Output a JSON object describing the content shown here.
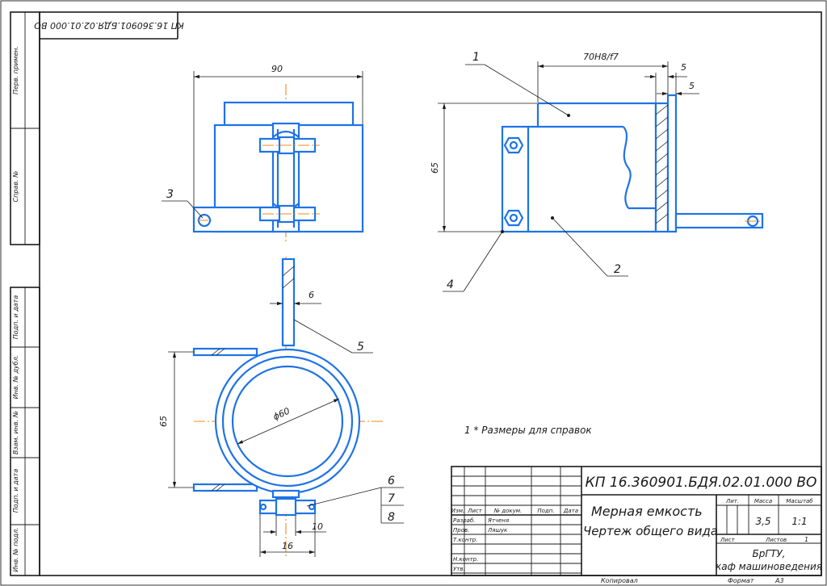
{
  "frame": {
    "side_labels": [
      "Перв. примен.",
      "Справ. №",
      "Подп. и дата",
      "Инв. № дубл.",
      "Взам. инв. №",
      "Подп. и дата",
      "Инв. № подл."
    ],
    "rotated_code": "КП 16.360901.БДЯ.02.01.000 ВО"
  },
  "title_block": {
    "designation": "КП 16.360901.БДЯ.02.01.000 ВО",
    "name_line1": "Мерная емкость",
    "name_line2": "Чертеж общего вида",
    "col_headers": [
      "Изм.",
      "Лист",
      "№ докум.",
      "Подп.",
      "Дата"
    ],
    "rows": [
      {
        "role": "Разраб.",
        "person": "Ятченя"
      },
      {
        "role": "Пров.",
        "person": "Ляшук"
      },
      {
        "role": "Т.контр.",
        "person": ""
      },
      {
        "role": "",
        "person": ""
      },
      {
        "role": "Н.контр.",
        "person": ""
      },
      {
        "role": "Утв.",
        "person": ""
      }
    ],
    "lit_label": "Лит.",
    "mass_label": "Масса",
    "scale_label": "Масштаб",
    "mass_value": "3,5",
    "scale_value": "1:1",
    "sheet_label": "Лист",
    "sheets_label": "Листов",
    "sheets_value": "1",
    "org_line1": "БрГТУ,",
    "org_line2": "каф машиноведения",
    "copied_label": "Копировал",
    "format_label": "Формат",
    "format_value": "А3"
  },
  "note": "1 * Размеры для справок",
  "dimensions": {
    "top_width": "90",
    "fit": "70H8/f7",
    "side_height": "65",
    "wall_outer": "5",
    "wall_inner": "5",
    "strap_thickness": "6",
    "plan_height": "65",
    "diameter": "ϕ60",
    "bolt_width": "16",
    "nut_width": "10"
  },
  "callouts": [
    "1",
    "2",
    "3",
    "4",
    "5",
    "6",
    "7",
    "8"
  ],
  "colors": {
    "contour": "#1e73e6",
    "axis": "#f08a1c",
    "frame": "#1a1a1a"
  }
}
